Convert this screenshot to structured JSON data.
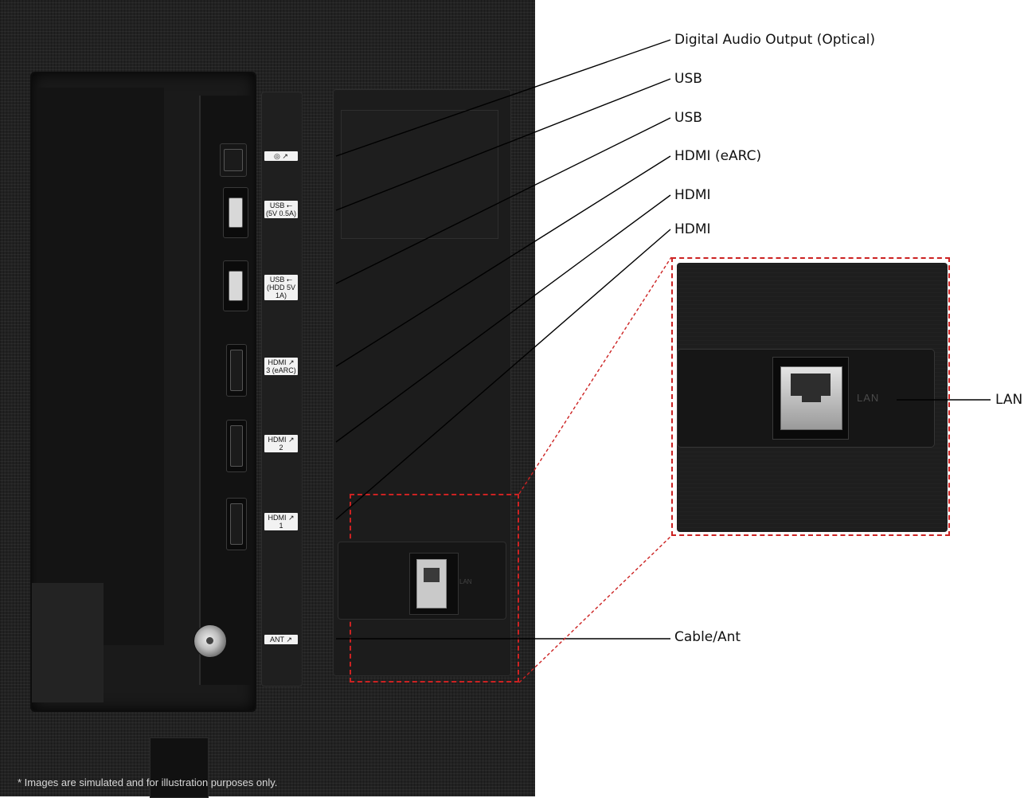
{
  "callouts": {
    "optical": "Digital Audio Output (Optical)",
    "usb_1": "USB",
    "usb_2": "USB",
    "hdmi_earc": "HDMI (eARC)",
    "hdmi_2": "HDMI",
    "hdmi_1": "HDMI",
    "lan": "LAN",
    "cable_ant": "Cable/Ant"
  },
  "port_labels": {
    "optical": "◎ ↗",
    "usb_top": "USB ⭠\n(5V 0.5A)",
    "usb_hdd": "USB ⭠\n(HDD 5V 1A)",
    "hdmi3": "HDMI ↗\n3 (eARC)",
    "hdmi2": "HDMI ↗\n2",
    "hdmi1": "HDMI ↗\n1",
    "ant": "ANT ↗"
  },
  "lan_panel_text": "LAN",
  "footnote": "* Images are simulated and for illustration purposes only.",
  "colors": {
    "accent_red": "#cc2222",
    "panel": "#222222"
  }
}
